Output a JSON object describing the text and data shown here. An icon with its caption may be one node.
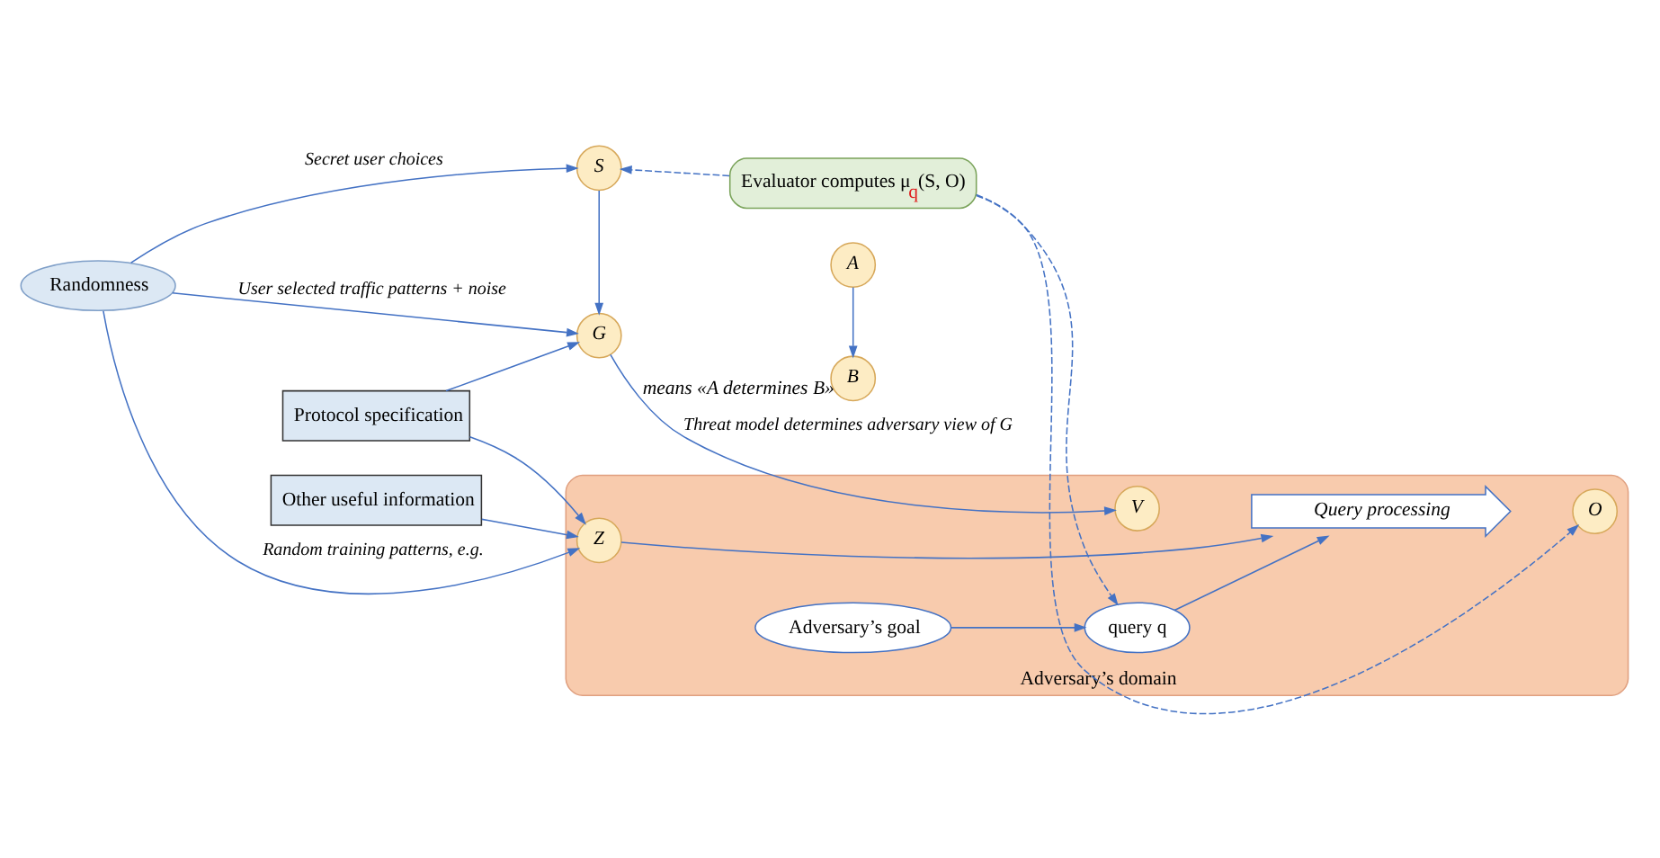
{
  "diagram": {
    "nodes": [
      {
        "text": [
          "Randomness"
        ]
      },
      {
        "text": [
          "S"
        ]
      },
      {
        "text": [
          "Protocol specification"
        ]
      },
      {
        "text": [
          "Evaluator computes μ$_{q}$(S, O)"
        ]
      },
      {
        "text": [
          "Adversary’s domain"
        ]
      },
      {
        "text": [
          "Other useful information"
        ]
      },
      {
        "text": [
          "Z"
        ],
        "in": 4
      },
      {
        "text": [
          "Adversary’s goal"
        ],
        "in": 4
      },
      {
        "text": [
          "query q"
        ],
        "in": 4
      },
      {
        "text": [
          "G"
        ]
      },
      {
        "text": [
          "V"
        ],
        "in": 4
      },
      {
        "text": [
          "Query processing"
        ],
        "in": 4
      },
      {
        "text": [
          "O"
        ],
        "in": 4
      },
      {
        "text": [
          "A"
        ]
      },
      {
        "text": [
          "B"
        ],
        "beside": [
          "means «A determines B»"
        ]
      }
    ],
    "edges": [
      {
        "from": 0,
        "to": 1,
        "arrow": "to",
        "label": "Secret user choices"
      },
      {
        "from": 0,
        "to": 9,
        "arrow": "to",
        "label": "User selected traffic patterns + noise"
      },
      {
        "from": 0,
        "to": 6,
        "arrow": "to",
        "label": "Random training patterns, e.g."
      },
      {
        "from": 3,
        "to": 1,
        "arrow": "to",
        "style": "dashed"
      },
      {
        "from": 3,
        "to": 8,
        "arrow": "to",
        "style": "dashed"
      },
      {
        "from": 3,
        "to": 12,
        "arrow": "to",
        "style": "dashed"
      },
      {
        "from": 1,
        "to": 9,
        "arrow": "to"
      },
      {
        "from": 2,
        "to": 9,
        "arrow": "to"
      },
      {
        "from": 2,
        "to": 6,
        "arrow": "to"
      },
      {
        "from": 5,
        "to": 6,
        "arrow": "to"
      },
      {
        "from": 6,
        "to": 11,
        "arrow": "to"
      },
      {
        "from": 7,
        "to": 8,
        "arrow": "to"
      },
      {
        "from": 8,
        "to": 11,
        "arrow": "to"
      },
      {
        "from": 9,
        "to": 10,
        "arrow": "to",
        "label": "Threat model determines adversary view of G"
      },
      {
        "from": 13,
        "to": 14,
        "arrow": "to"
      }
    ]
  }
}
